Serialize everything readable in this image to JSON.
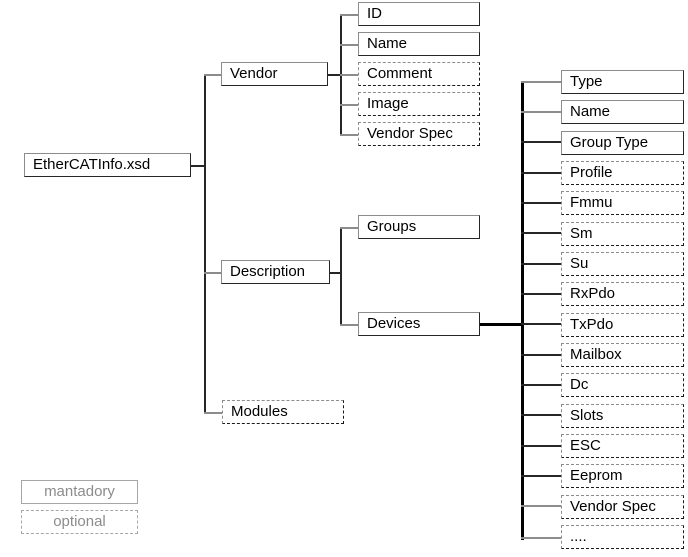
{
  "diagram": {
    "title": "EtherCATInfo.xsd schema tree",
    "root": {
      "label": "EtherCATInfo.xsd",
      "type": "mandatory"
    },
    "level1": [
      {
        "label": "Vendor",
        "type": "mandatory"
      },
      {
        "label": "Description",
        "type": "mandatory"
      },
      {
        "label": "Modules",
        "type": "optional"
      }
    ],
    "vendor_children": [
      {
        "label": "ID",
        "type": "mandatory"
      },
      {
        "label": "Name",
        "type": "mandatory"
      },
      {
        "label": "Comment",
        "type": "optional"
      },
      {
        "label": "Image",
        "type": "optional"
      },
      {
        "label": "Vendor Spec",
        "type": "optional"
      }
    ],
    "description_children": [
      {
        "label": "Groups",
        "type": "mandatory"
      },
      {
        "label": "Devices",
        "type": "mandatory"
      }
    ],
    "devices_children": [
      {
        "label": "Type",
        "type": "mandatory"
      },
      {
        "label": "Name",
        "type": "mandatory"
      },
      {
        "label": "Group Type",
        "type": "mandatory"
      },
      {
        "label": "Profile",
        "type": "optional"
      },
      {
        "label": "Fmmu",
        "type": "optional"
      },
      {
        "label": "Sm",
        "type": "optional"
      },
      {
        "label": "Su",
        "type": "optional"
      },
      {
        "label": "RxPdo",
        "type": "optional"
      },
      {
        "label": "TxPdo",
        "type": "optional"
      },
      {
        "label": "Mailbox",
        "type": "optional"
      },
      {
        "label": "Dc",
        "type": "optional"
      },
      {
        "label": "Slots",
        "type": "optional"
      },
      {
        "label": "ESC",
        "type": "optional"
      },
      {
        "label": "Eeprom",
        "type": "optional"
      },
      {
        "label": "Vendor Spec",
        "type": "optional"
      },
      {
        "label": "....",
        "type": "optional"
      }
    ],
    "legend": [
      {
        "label": "mantadory",
        "type": "mandatory"
      },
      {
        "label": "optional",
        "type": "optional"
      }
    ],
    "colors": {
      "box_border_solid": "#262626",
      "box_border_dashed": "#1a1a1a",
      "highlight_border": "#8c8c8c",
      "line": "#262626",
      "line_thin": "#8c8c8c",
      "legend_text": "#8c8c8c",
      "text": "#000000",
      "background": "#ffffff"
    }
  }
}
